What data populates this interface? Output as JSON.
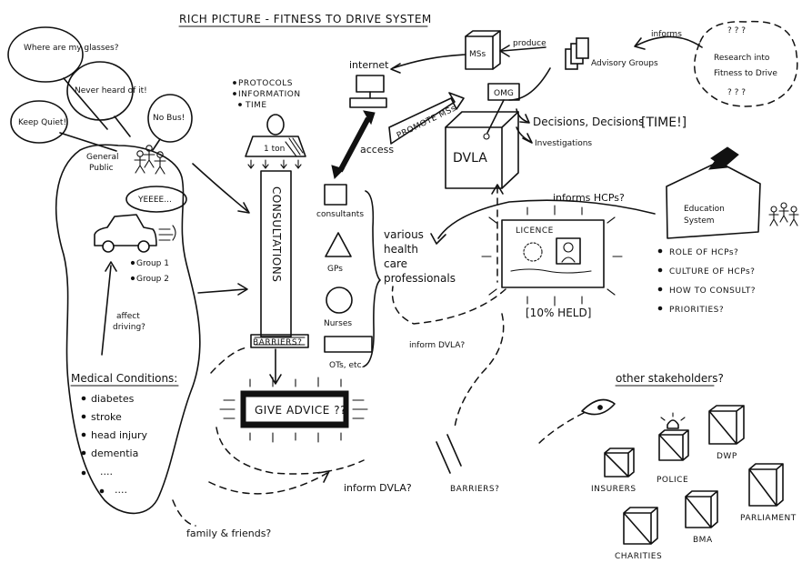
{
  "title": "RICH PICTURE - FITNESS TO DRIVE SYSTEM",
  "public": {
    "bubbles": [
      "Where are my glasses?",
      "Never heard of it!",
      "No Bus!",
      "Keep Quiet!"
    ],
    "label_line1": "General",
    "label_line2": "Public",
    "car_shout": "YEEEE...",
    "groups": [
      "Group 1",
      "Group 2"
    ],
    "affect": [
      "affect",
      "driving?"
    ],
    "conditions_title": "Medical Conditions:",
    "conditions": [
      "diabetes",
      "stroke",
      "head injury",
      "dementia",
      "....",
      "...."
    ]
  },
  "consultation": {
    "needs": [
      "PROTOCOLS",
      "INFORMATION",
      "TIME"
    ],
    "podium": "1 ton",
    "column": "CONSULTATIONS",
    "barriers": "BARRIERS?",
    "advice": "GIVE ADVICE ??"
  },
  "professionals": {
    "internet": "internet",
    "promote": "PROMOTE MSs",
    "access": "access",
    "roles": [
      "consultants",
      "GPs",
      "Nurses",
      "OTs, etc."
    ],
    "summary": [
      "various",
      "health",
      "care",
      "professionals"
    ]
  },
  "dvla": {
    "msss": "MSs",
    "produce": "produce",
    "advisory": "Advisory Groups",
    "informs": "informs",
    "research": [
      "Research into",
      "Fitness to Drive"
    ],
    "qmarks": "? ? ?",
    "omg": "OMG",
    "box": "DVLA",
    "decisions": "Decisions, Decisions",
    "time": "[TIME!]",
    "investigations": "Investigations",
    "informs_hcps": "informs HCPs?",
    "licence": "LICENCE",
    "held": "[10% HELD]",
    "inform_1": "inform DVLA?",
    "inform_2": "inform DVLA?",
    "barriers_road": "BARRIERS?",
    "family": "family & friends?"
  },
  "education": {
    "school": [
      "Education",
      "System"
    ],
    "items": [
      "ROLE OF HCPs?",
      "CULTURE OF HCPs?",
      "HOW TO CONSULT?",
      "PRIORITIES?"
    ]
  },
  "stakeholders": {
    "title": "other stakeholders?",
    "names": [
      "INSURERS",
      "POLICE",
      "DWP",
      "PARLIAMENT",
      "BMA",
      "CHARITIES"
    ]
  }
}
